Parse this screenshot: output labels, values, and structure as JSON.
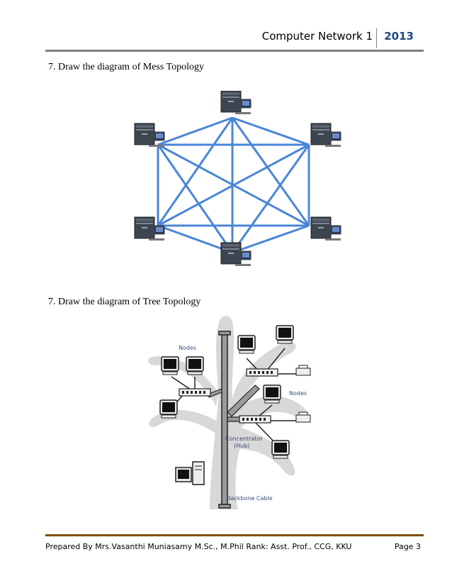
{
  "header": {
    "title": "Computer Network 1",
    "year": "2013"
  },
  "questions": [
    {
      "text": "7. Draw the diagram of Mess Topology"
    },
    {
      "text": "7. Draw the diagram of Tree Topology"
    }
  ],
  "tree_diagram": {
    "labels": {
      "nodes_top": "Nodes",
      "nodes_right": "Nodes",
      "concentrator": "Concentrator",
      "hub": "(Hub)",
      "backbone": "Backbone Cable"
    }
  },
  "colors": {
    "mesh_line": "#4a86d8",
    "year": "#1f497d",
    "tree_bg": "#d8d8d8"
  },
  "footer": {
    "left": "Prepared By Mrs.Vasanthi Muniasamy M.Sc., M.Phil Rank: Asst. Prof., CCG, KKU",
    "right": "Page 3"
  }
}
